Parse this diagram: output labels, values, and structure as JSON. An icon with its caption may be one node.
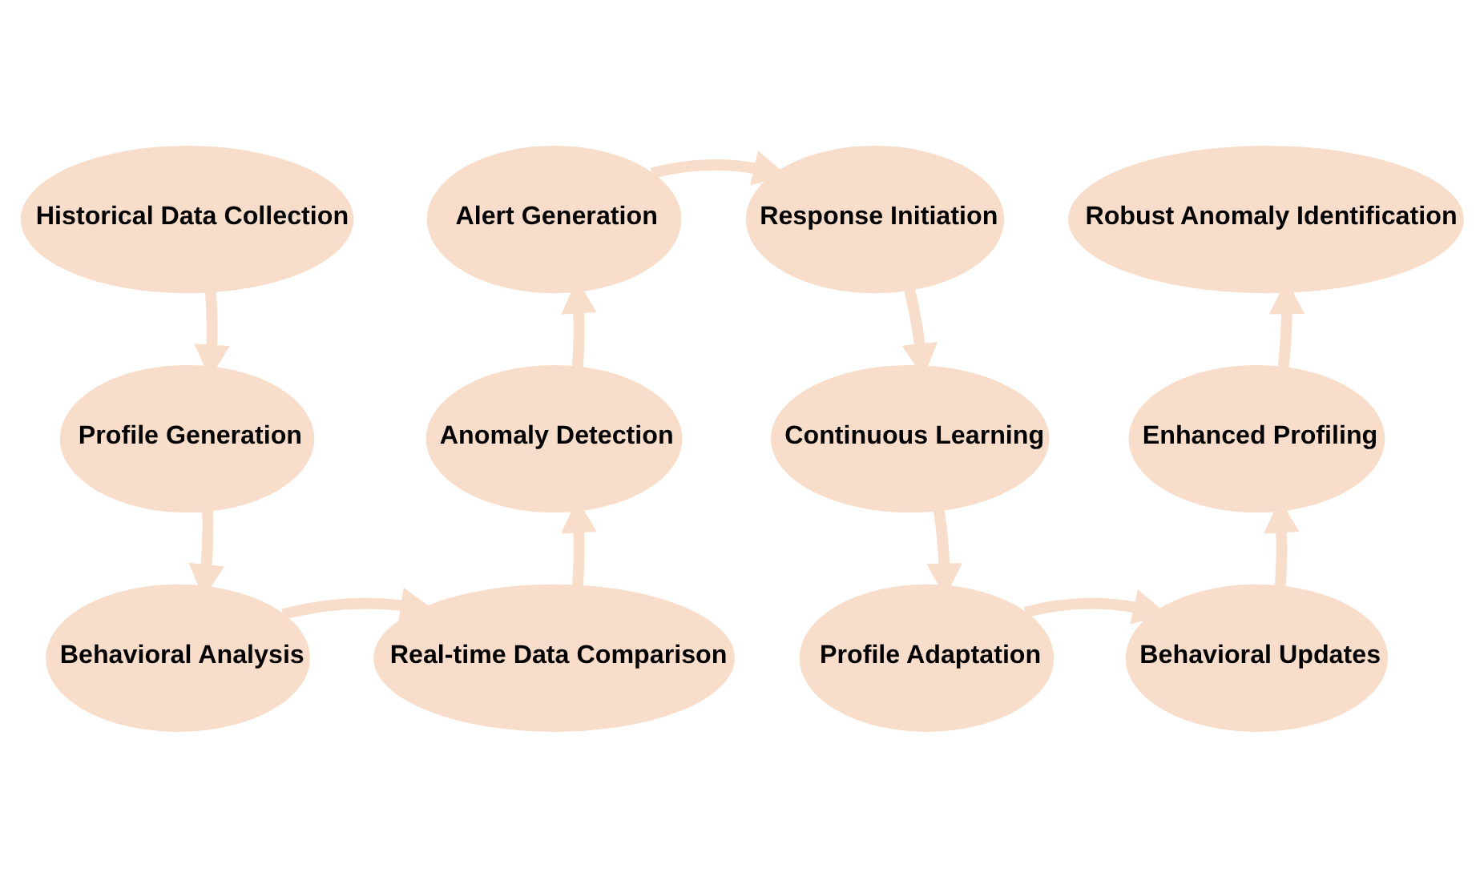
{
  "diagram": {
    "nodes": [
      {
        "text": [
          "Historical Data Collection"
        ]
      },
      {
        "text": [
          "Alert Generation"
        ]
      },
      {
        "text": [
          "Response Initiation"
        ]
      },
      {
        "text": [
          "Robust Anomaly Identification"
        ]
      },
      {
        "text": [
          "Profile Generation"
        ]
      },
      {
        "text": [
          "Anomaly Detection"
        ]
      },
      {
        "text": [
          "Continuous Learning"
        ]
      },
      {
        "text": [
          "Enhanced Profiling"
        ]
      },
      {
        "text": [
          "Behavioral Analysis"
        ]
      },
      {
        "text": [
          "Real-time Data Comparison"
        ]
      },
      {
        "text": [
          "Profile Adaptation"
        ]
      },
      {
        "text": [
          "Behavioral Updates"
        ]
      }
    ],
    "edges": [
      {
        "from": 0,
        "to": 4,
        "arrow": "to"
      },
      {
        "from": 4,
        "to": 8,
        "arrow": "to"
      },
      {
        "from": 8,
        "to": 9,
        "arrow": "to"
      },
      {
        "from": 9,
        "to": 5,
        "arrow": "to"
      },
      {
        "from": 5,
        "to": 1,
        "arrow": "to"
      },
      {
        "from": 1,
        "to": 2,
        "arrow": "to"
      },
      {
        "from": 2,
        "to": 6,
        "arrow": "to"
      },
      {
        "from": 6,
        "to": 10,
        "arrow": "to"
      },
      {
        "from": 10,
        "to": 11,
        "arrow": "to"
      },
      {
        "from": 11,
        "to": 7,
        "arrow": "to"
      },
      {
        "from": 7,
        "to": 3,
        "arrow": "to"
      }
    ]
  }
}
